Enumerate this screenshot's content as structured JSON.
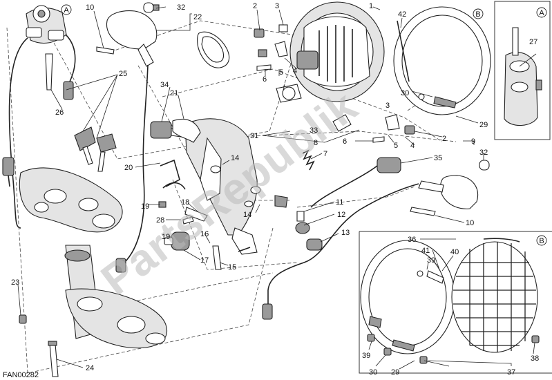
{
  "diagram_code": "FAN00282",
  "watermark": "PartsRepublik",
  "detail_markers": {
    "a": "A",
    "b": "B"
  },
  "part_labels": {
    "p1": "1",
    "p2a": "2",
    "p2b": "2",
    "p3a": "3",
    "p3b": "3",
    "p4a": "4",
    "p4b": "4",
    "p5a": "5",
    "p5b": "5",
    "p6a": "6",
    "p6b": "6",
    "p7": "7",
    "p8": "8",
    "p9": "9",
    "p10a": "10",
    "p10b": "10",
    "p11": "11",
    "p12": "12",
    "p13": "13",
    "p14a": "14",
    "p14b": "14",
    "p15": "15",
    "p16": "16",
    "p17": "17",
    "p18": "18",
    "p19a": "19",
    "p19b": "19",
    "p20": "20",
    "p21": "21",
    "p22": "22",
    "p23": "23",
    "p24": "24",
    "p25": "25",
    "p26": "26",
    "p27": "27",
    "p28": "28",
    "p29a": "29",
    "p29b": "29",
    "p30a": "30",
    "p30b": "30",
    "p31": "31",
    "p32a": "32",
    "p32b": "32",
    "p33": "33",
    "p34": "34",
    "p35": "35",
    "p36": "36",
    "p37": "37",
    "p38": "38",
    "p39a": "39",
    "p39b": "39",
    "p40": "40",
    "p41": "41",
    "p42": "42"
  }
}
